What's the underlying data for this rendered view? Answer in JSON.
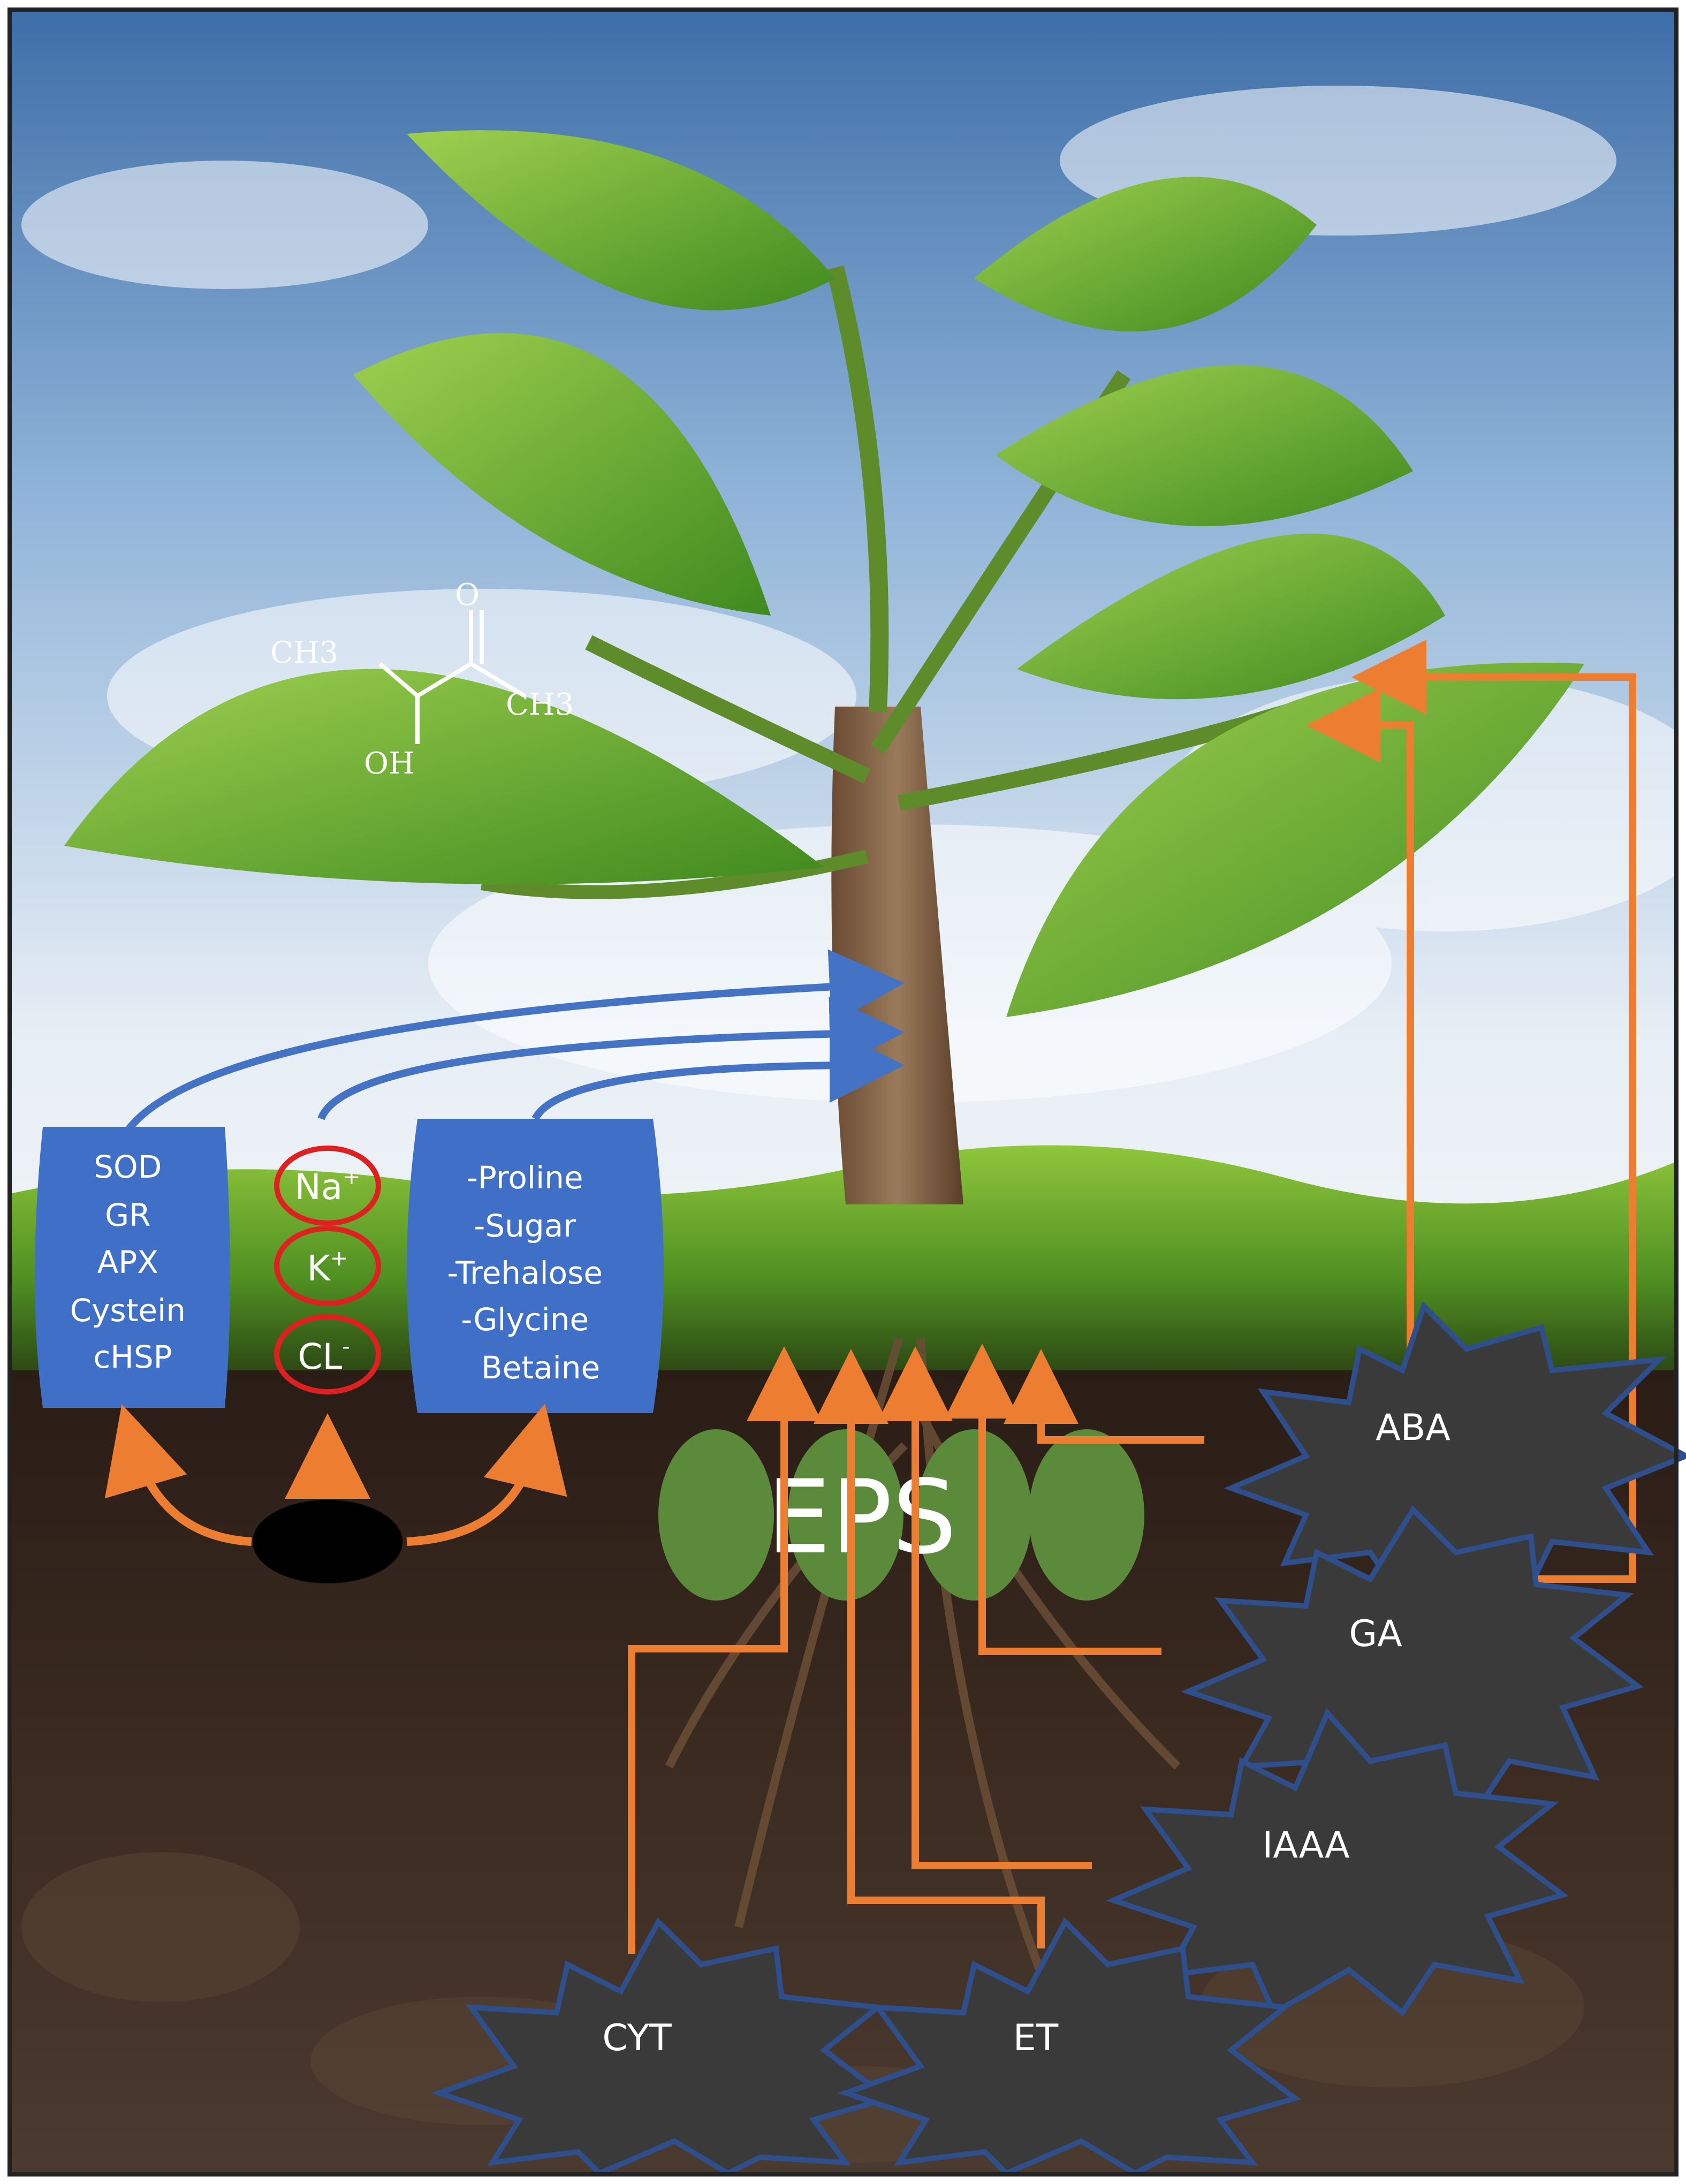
{
  "boxes": {
    "antioxidants": [
      "SOD",
      "GR",
      "APX",
      "Cystein",
      "cHSP"
    ],
    "osmolytes": [
      "-Proline",
      "-Sugar",
      "-Trehalose",
      "-Glycine",
      "Betaine"
    ]
  },
  "ions": {
    "na": {
      "base": "Na",
      "sup": "+"
    },
    "k": {
      "base": "K",
      "sup": "+"
    },
    "cl": {
      "base": "CL",
      "sup": "-"
    }
  },
  "eps": {
    "label": "EPS"
  },
  "hormones": {
    "aba": "ABA",
    "ga": "GA",
    "iaaa": "IAAA",
    "cyt": "CYT",
    "et": "ET"
  },
  "molecule": {
    "ch3_left": "CH3",
    "ch3_right": "CH3",
    "oh": "OH",
    "o": "O"
  },
  "colors": {
    "box_fill": "#3f6fc6",
    "box_text": "#ffffff",
    "ion_ring": "#e02020",
    "arrow_blue": "#4472c4",
    "arrow_orange": "#ed7d31",
    "hormone_fill": "#3a3a3a",
    "hormone_stroke": "#2e4f8c",
    "eps_fill": "#5a8a3a",
    "sky_top": "#4f7fb8",
    "soil": "#3b2a20"
  }
}
